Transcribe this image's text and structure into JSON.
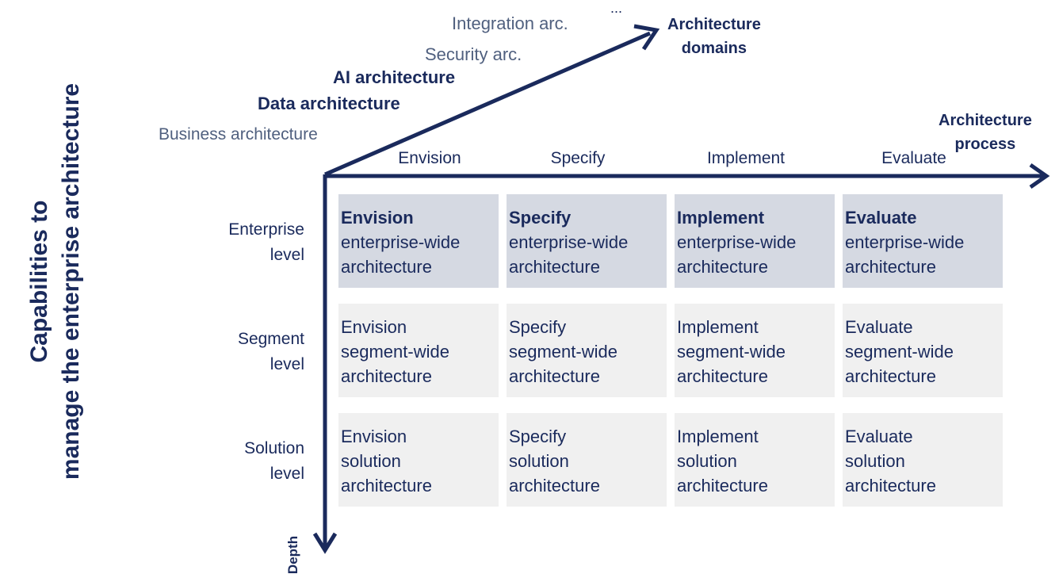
{
  "side_title": {
    "line1": "Capabilities to",
    "line2": "manage the enterprise architecture"
  },
  "domains": {
    "axis_label_line1": "Architecture",
    "axis_label_line2": "domains",
    "ellipsis": "...",
    "items": [
      "Integration arc.",
      "Security arc.",
      "AI architecture",
      "Data architecture",
      "Business architecture"
    ]
  },
  "process": {
    "axis_label_line1": "Architecture",
    "axis_label_line2": "process",
    "steps": [
      "Envision",
      "Specify",
      "Implement",
      "Evaluate"
    ]
  },
  "depth": {
    "axis_label": "Depth",
    "levels": [
      {
        "line1": "Enterprise",
        "line2": "level"
      },
      {
        "line1": "Segment",
        "line2": "level"
      },
      {
        "line1": "Solution",
        "line2": "level"
      }
    ]
  },
  "grid": [
    [
      {
        "l1": "Envision",
        "l2": "enterprise-wide",
        "l3": "architecture"
      },
      {
        "l1": "Specify",
        "l2": "enterprise-wide",
        "l3": "architecture"
      },
      {
        "l1": "Implement",
        "l2": "enterprise-wide",
        "l3": "architecture"
      },
      {
        "l1": "Evaluate",
        "l2": "enterprise-wide",
        "l3": "architecture"
      }
    ],
    [
      {
        "l1": "Envision",
        "l2": "segment-wide",
        "l3": "architecture"
      },
      {
        "l1": "Specify",
        "l2": "segment-wide",
        "l3": "architecture"
      },
      {
        "l1": "Implement",
        "l2": "segment-wide",
        "l3": "architecture"
      },
      {
        "l1": "Evaluate",
        "l2": "segment-wide",
        "l3": "architecture"
      }
    ],
    [
      {
        "l1": "Envision",
        "l2": "solution",
        "l3": "architecture"
      },
      {
        "l1": "Specify",
        "l2": "solution",
        "l3": "architecture"
      },
      {
        "l1": "Implement",
        "l2": "solution",
        "l3": "architecture"
      },
      {
        "l1": "Evaluate",
        "l2": "solution",
        "l3": "architecture"
      }
    ]
  ],
  "colors": {
    "navy": "#1a2a5c",
    "muted": "#50607f",
    "highlight_cell": "#d5d9e2",
    "plain_cell": "#f0f0f0"
  }
}
